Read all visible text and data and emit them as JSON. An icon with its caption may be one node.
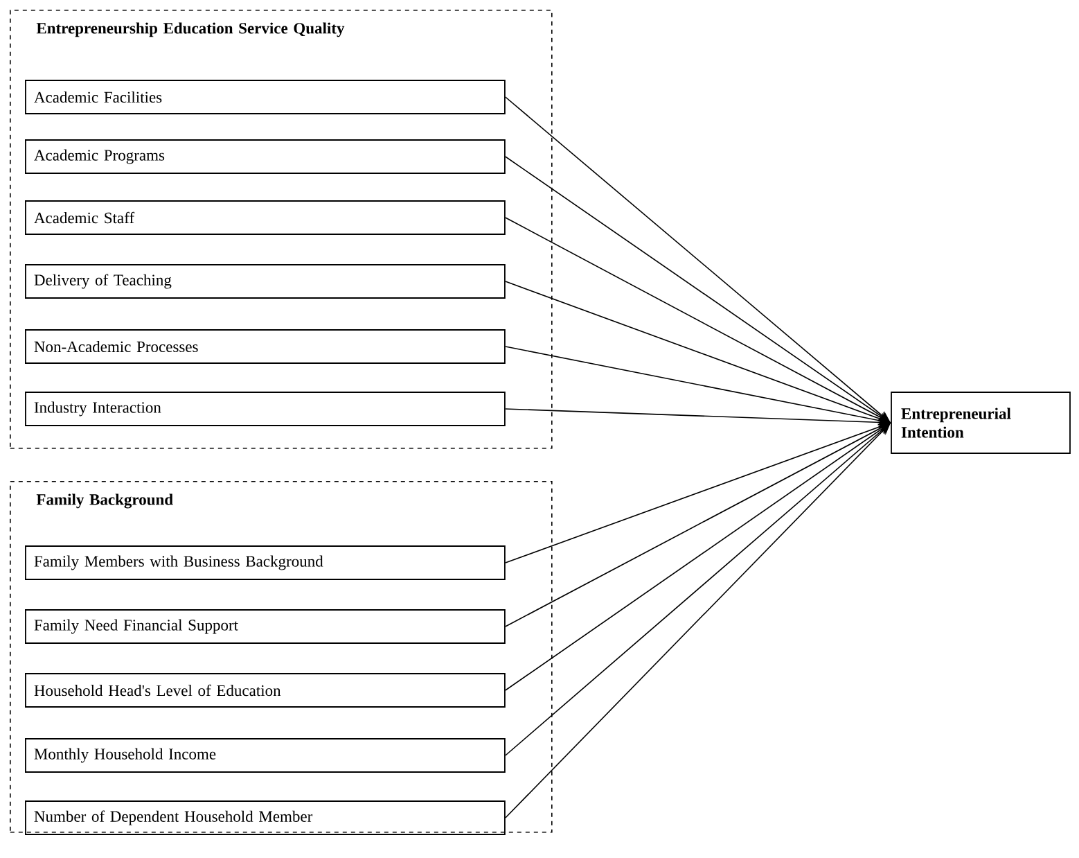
{
  "diagram": {
    "nodes": [
      {
        "text": [
          "Entrepreneurship Education Service Quality"
        ]
      },
      {
        "text": [
          "Academic Facilities"
        ],
        "in": 0
      },
      {
        "text": [
          "Academic Programs"
        ],
        "in": 0
      },
      {
        "text": [
          "Academic Staff"
        ],
        "in": 0
      },
      {
        "text": [
          "Delivery of Teaching"
        ],
        "in": 0
      },
      {
        "text": [
          "Non-Academic Processes"
        ],
        "in": 0
      },
      {
        "text": [
          "Industry Interaction"
        ],
        "in": 0
      },
      {
        "text": [
          "Family Background"
        ]
      },
      {
        "text": [
          "Family Members with Business Background"
        ],
        "in": 7
      },
      {
        "text": [
          "Family Need Financial Support"
        ],
        "in": 7
      },
      {
        "text": [
          "Household Head's Level of Education"
        ],
        "in": 7
      },
      {
        "text": [
          "Monthly Household Income"
        ],
        "in": 7
      },
      {
        "text": [
          "Number of Dependent Household Member"
        ],
        "in": 7
      },
      {
        "text": [
          "Entrepreneurial Intention"
        ]
      }
    ],
    "edges": [
      {
        "from": 1,
        "to": 13,
        "arrow": "to"
      },
      {
        "from": 2,
        "to": 13,
        "arrow": "to"
      },
      {
        "from": 3,
        "to": 13,
        "arrow": "to"
      },
      {
        "from": 4,
        "to": 13,
        "arrow": "to"
      },
      {
        "from": 5,
        "to": 13,
        "arrow": "to"
      },
      {
        "from": 6,
        "to": 13,
        "arrow": "to"
      },
      {
        "from": 8,
        "to": 13,
        "arrow": "to"
      },
      {
        "from": 9,
        "to": 13,
        "arrow": "to"
      },
      {
        "from": 10,
        "to": 13,
        "arrow": "to"
      },
      {
        "from": 11,
        "to": 13,
        "arrow": "to"
      },
      {
        "from": 12,
        "to": 13,
        "arrow": "to"
      }
    ]
  }
}
